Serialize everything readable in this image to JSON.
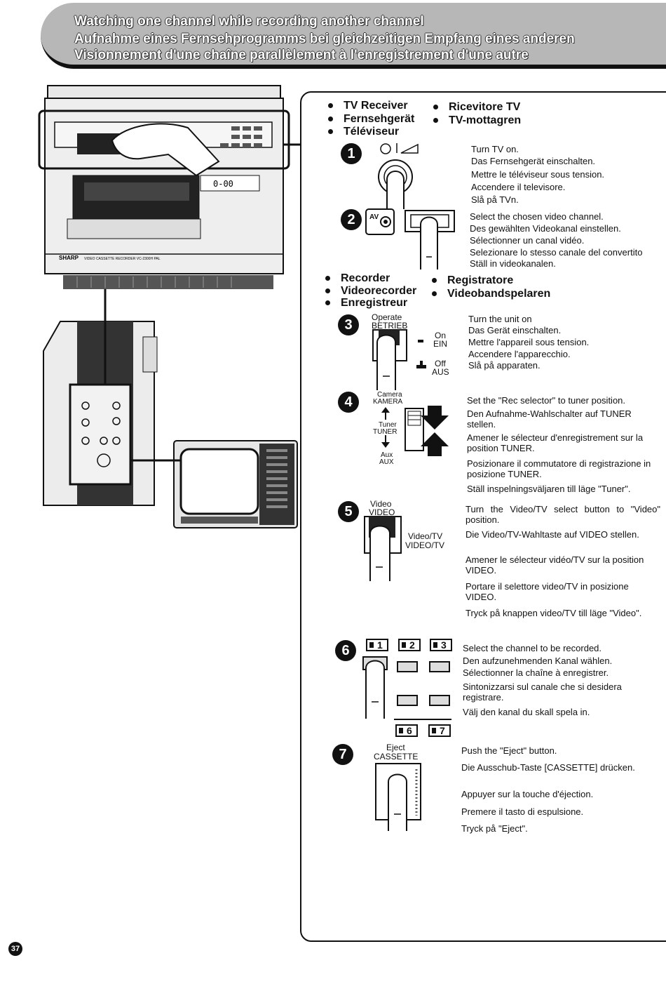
{
  "header": {
    "title_en": "Watching one channel while recording another channel",
    "title_de": "Aufnahme eines Fernsehprogramms bei gleichzeitigen Empfang eines anderen",
    "title_fr": "Visionnement d'une chaîne parallèlement à l'enregistrement d'une autre"
  },
  "tv_section": {
    "left": [
      "TV Receiver",
      "Fernsehgerät",
      "Téléviseur"
    ],
    "right": [
      "Ricevitore TV",
      "TV-mottagren"
    ]
  },
  "recorder_section": {
    "left": [
      "Recorder",
      "Videorecorder",
      "Enregistreur"
    ],
    "right": [
      "Registratore",
      "Videobandspelaren"
    ]
  },
  "steps": {
    "s1": {
      "num": "1",
      "lines": [
        "Turn TV on.",
        "Das Fernsehgerät einschalten.",
        "Mettre le téléviseur sous tension.",
        "Accendere il televisore.",
        "Slå på TVn."
      ]
    },
    "s2": {
      "num": "2",
      "av_label": "AV",
      "lines": [
        "Select the chosen video channel.",
        "Des gewählten Videokanal einstellen.",
        "Sélectionner un canal vidéo.",
        "Selezionare lo stesso canale del convertito",
        "Ställ in videokanalen."
      ]
    },
    "s3": {
      "num": "3",
      "label_top": "Operate",
      "label_bottom": "BETRIEB",
      "on": "On",
      "on_de": "EIN",
      "off": "Off",
      "off_de": "AUS",
      "lines": [
        "Turn the unit on",
        "Das Gerät einschalten.",
        "Mettre l'appareil sous tension.",
        "Accendere l'apparecchio.",
        "Slå på apparaten."
      ]
    },
    "s4": {
      "num": "4",
      "camera": "Camera",
      "kamera": "KAMERA",
      "tuner": "Tuner",
      "tuner_de": "TUNER",
      "aux": "Aux",
      "aux_de": "AUX",
      "paras": [
        "Set the \"Rec selector\" to tuner position.",
        "Den Aufnahme-Wahlschalter auf TUNER stellen.",
        "Amener le sélecteur d'enregistrement sur la position TUNER.",
        "Posizionare il commutatore di registrazione in posizione TUNER.",
        "Ställ inspelningsväljaren till läge \"Tuner\"."
      ]
    },
    "s5": {
      "num": "5",
      "label_top": "Video",
      "label_bottom": "VIDEO",
      "side_top": "Video/TV",
      "side_bottom": "VIDEO/TV",
      "paras": [
        "Turn the Video/TV select button to \"Video\" position.",
        "Die Video/TV-Wahltaste auf VIDEO stellen.",
        "Amener le sélecteur vidéo/TV sur la position VIDEO.",
        "Portare il selettore video/TV in posizione VIDEO.",
        "Tryck på knappen video/TV till läge \"Video\"."
      ]
    },
    "s6": {
      "num": "6",
      "channels": [
        "1",
        "2",
        "3",
        "6",
        "7"
      ],
      "paras": [
        "Select the channel to be recorded.",
        "Den aufzunehmenden Kanal wählen.",
        "Sélectionner la chaîne à enregistrer.",
        "Sintonizzarsi sul canale che si desidera registrare.",
        "Välj den kanal du skall spela in."
      ]
    },
    "s7": {
      "num": "7",
      "label_top": "Eject",
      "label_bottom": "CASSETTE",
      "paras": [
        "Push the \"Eject\" button.",
        "Die Ausschub-Taste [CASSETTE] drücken.",
        "Appuyer sur la touche d'éjection.",
        "Premere il tasto di espulsione.",
        "Tryck på \"Eject\"."
      ]
    }
  },
  "device_labels": {
    "counter": "0-00",
    "brand": "SHARP",
    "model": "VIDEO CASSETTE RECORDER VC-2300H PAL"
  },
  "page_number": "37"
}
